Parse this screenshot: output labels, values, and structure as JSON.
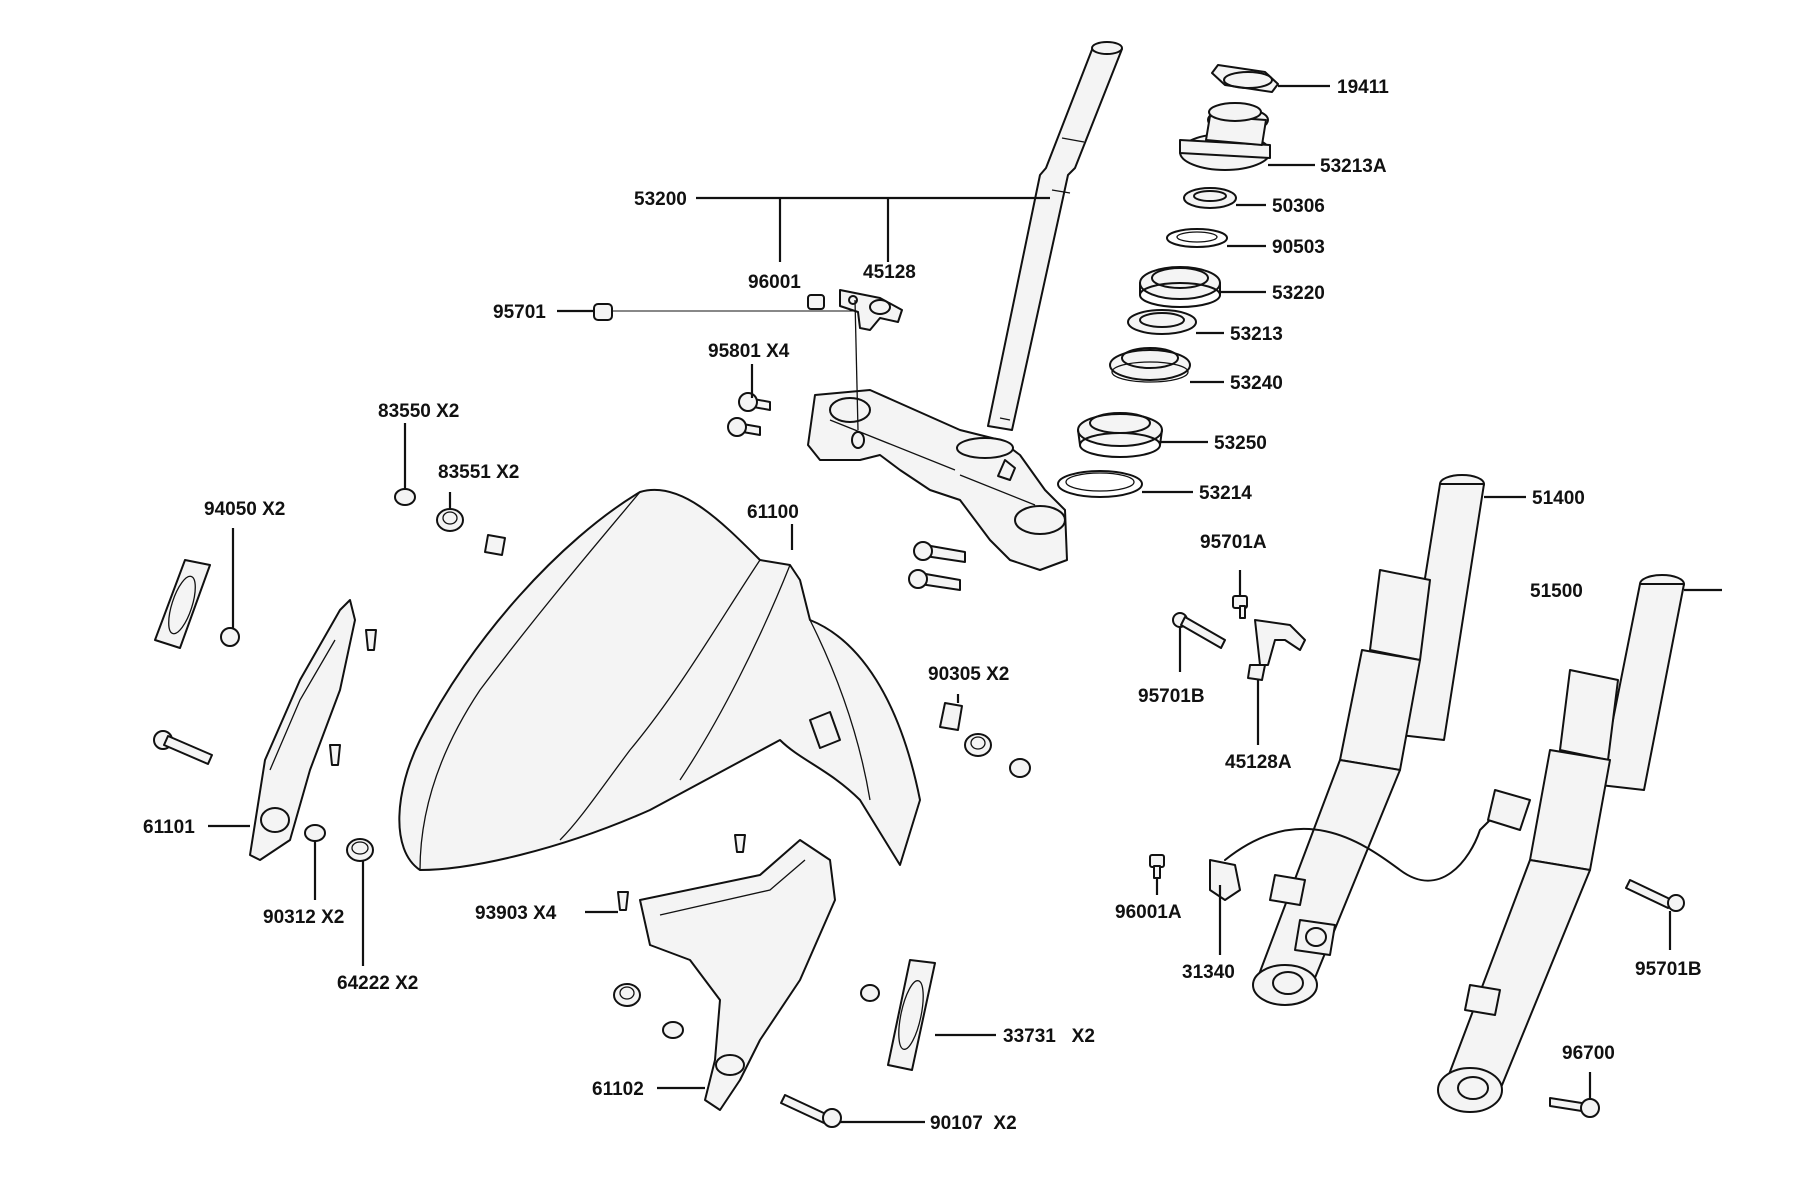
{
  "diagram": {
    "labels": {
      "p19411": "19411",
      "p53213A": "53213A",
      "p50306": "50306",
      "p90503": "90503",
      "p53220": "53220",
      "p53213": "53213",
      "p53240": "53240",
      "p53250": "53250",
      "p53214": "53214",
      "p51400": "51400",
      "p51500": "51500",
      "p53200": "53200",
      "p96001": "96001",
      "p45128": "45128",
      "p95701": "95701",
      "p95801": "95801 X4",
      "p83550": "83550 X2",
      "p83551": "83551 X2",
      "p94050": "94050  X2",
      "p61100": "61100",
      "p95701A": "95701A",
      "p95701B_top": "95701B",
      "p45128A": "45128A",
      "p90305": "90305 X2",
      "p61101": "61101",
      "p90312": "90312 X2",
      "p64222": "64222 X2",
      "p93903": "93903 X4",
      "p96001A": "96001A",
      "p31340": "31340",
      "p95701B_right": "95701B",
      "p96700": "96700",
      "p33731": "33731   X2",
      "p61102": "61102",
      "p90107": "90107  X2"
    }
  }
}
